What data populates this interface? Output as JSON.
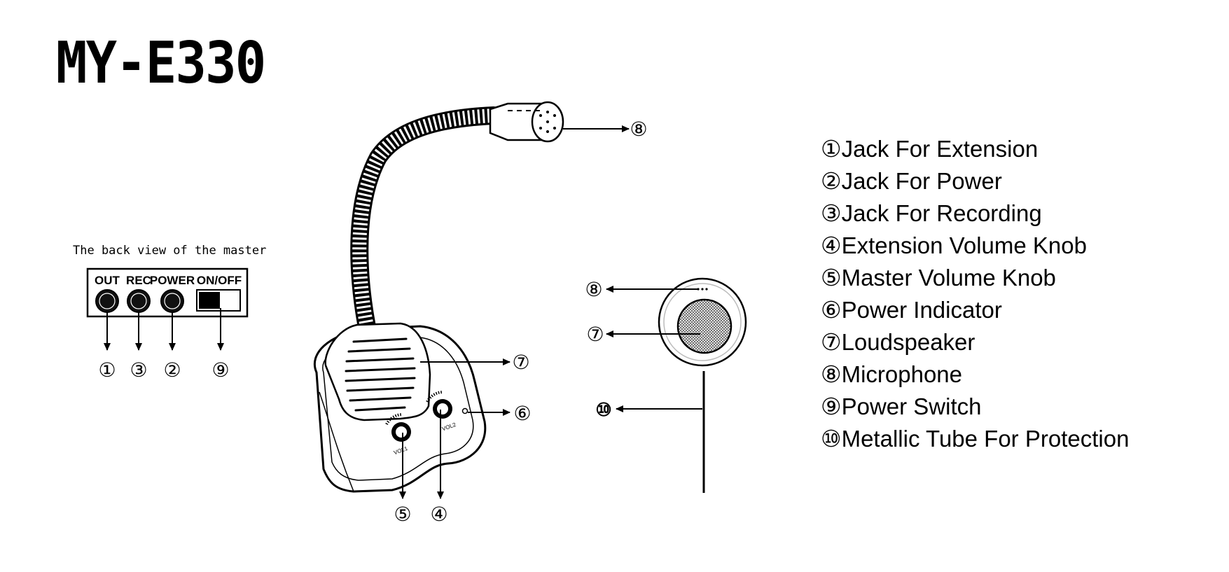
{
  "title": "MY-E330",
  "back_view": {
    "caption": "The back view of the master",
    "ports": [
      "OUT",
      "REC",
      "POWER",
      "ON/OFF"
    ],
    "markers": [
      "①",
      "③",
      "②",
      "⑨"
    ]
  },
  "callouts": {
    "microphone_tip": "⑧",
    "speaker_grille": "⑦",
    "power_indicator": "⑥",
    "master_knob": "⑤",
    "extension_knob": "④",
    "ext_microphone": "⑧",
    "ext_speaker": "⑦",
    "ext_tube": "⑩"
  },
  "knob_labels": {
    "left": "VOL1",
    "right": "VOL2"
  },
  "legend": [
    "①Jack For Extension",
    "②Jack For Power",
    "③Jack For Recording",
    "④Extension Volume Knob",
    "⑤Master Volume Knob",
    "⑥Power Indicator",
    "⑦Loudspeaker",
    "⑧Microphone",
    "⑨Power Switch",
    "⑩Metallic Tube For Protection"
  ]
}
